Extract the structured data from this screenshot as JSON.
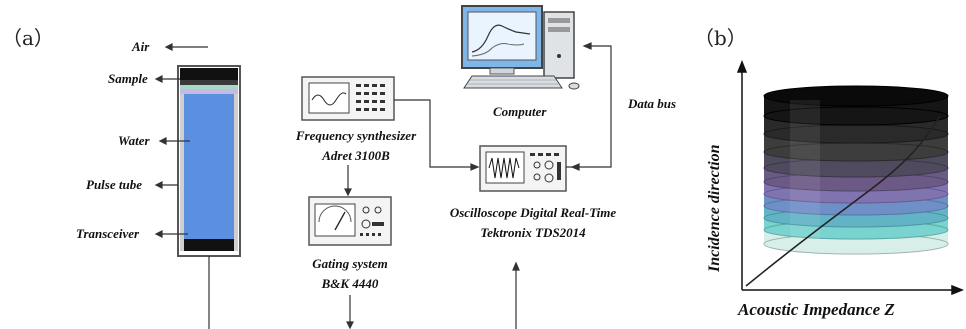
{
  "panel_a": {
    "label": "（a）",
    "tube_labels": {
      "air": "Air",
      "sample": "Sample",
      "water": "Water",
      "pulse_tube": "Pulse tube",
      "transceiver": "Transceiver"
    },
    "computer": "Computer",
    "data_bus": "Data bus",
    "freq_synth": [
      "Frequency synthesizer",
      "Adret 3100B"
    ],
    "gating": [
      "Gating system",
      "B&K 4440"
    ],
    "oscilloscope": [
      "Oscilloscope Digital Real-Time",
      "Tektronix TDS2014"
    ]
  },
  "panel_b": {
    "label": "（b）",
    "xlabel": "Acoustic Impedance Z",
    "ylabel": "Incidence direction",
    "layer_colors": [
      "#111111",
      "#2a2a2a",
      "#3d3d3d",
      "#4f4a5e",
      "#6b5a86",
      "#7f73b0",
      "#6f8fc7",
      "#62b3c5",
      "#79d3cf",
      "#d8eee9"
    ]
  }
}
